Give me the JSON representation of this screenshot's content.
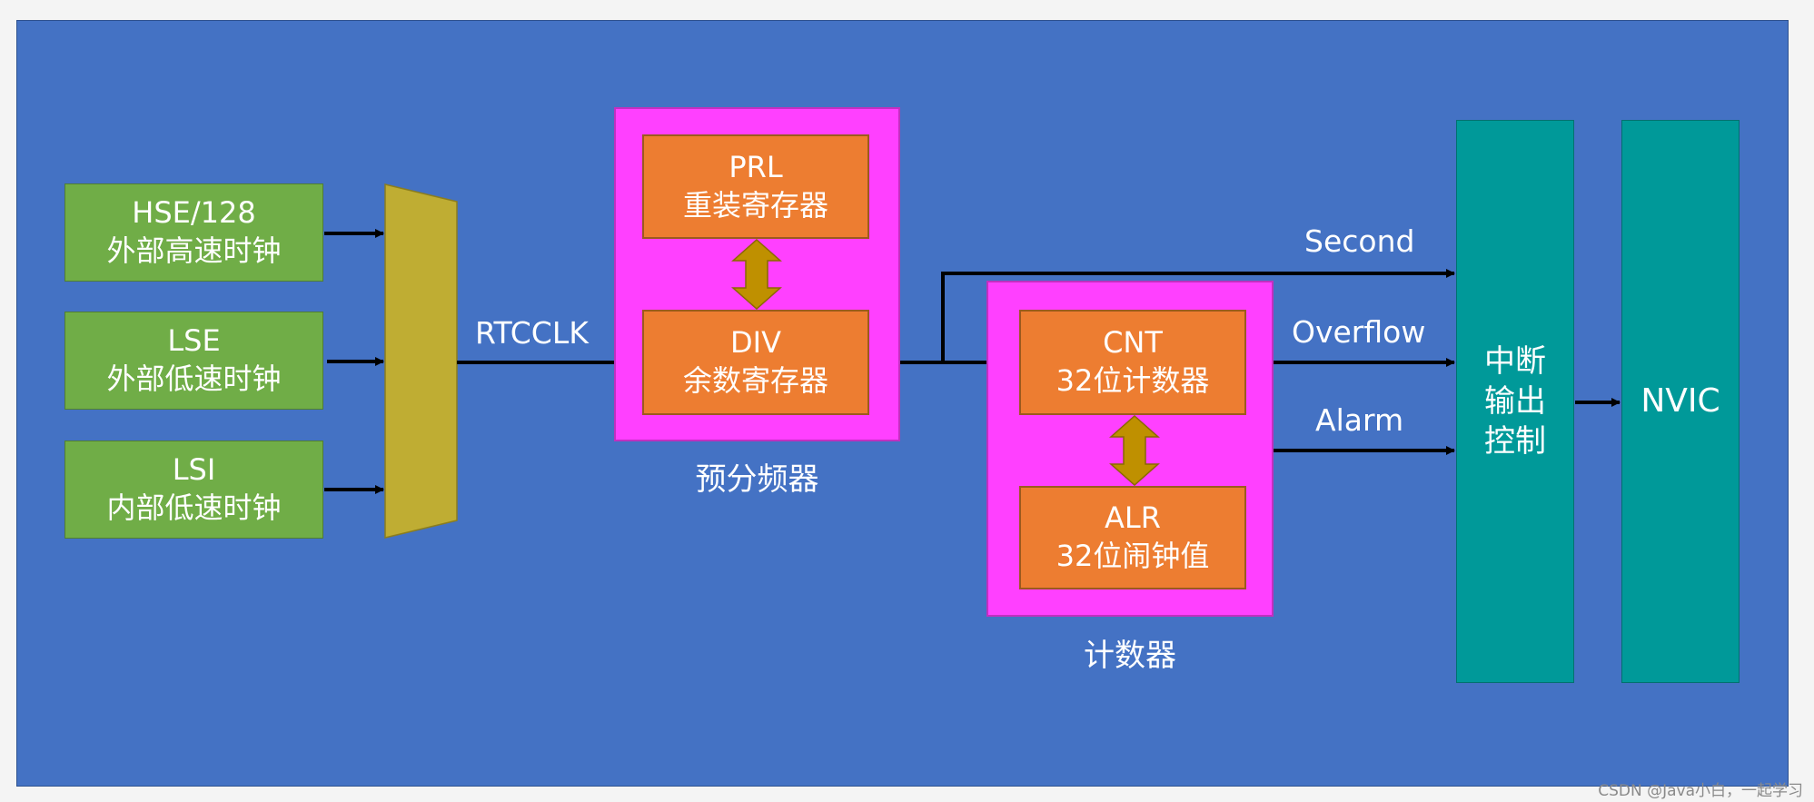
{
  "sources": [
    {
      "id": "hse",
      "line1": "HSE/128",
      "line2": "外部高速时钟"
    },
    {
      "id": "lse",
      "line1": "LSE",
      "line2": "外部低速时钟"
    },
    {
      "id": "lsi",
      "line1": "LSI",
      "line2": "内部低速时钟"
    }
  ],
  "rtcclk_label": "RTCCLK",
  "prescaler": {
    "caption": "预分频器",
    "prl": {
      "line1": "PRL",
      "line2": "重装寄存器"
    },
    "div": {
      "line1": "DIV",
      "line2": "余数寄存器"
    }
  },
  "counter": {
    "caption": "计数器",
    "cnt": {
      "line1": "CNT",
      "line2": "32位计数器"
    },
    "alr": {
      "line1": "ALR",
      "line2": "32位闹钟值"
    }
  },
  "signals": {
    "second": "Second",
    "overflow": "Overflow",
    "alarm": "Alarm"
  },
  "interrupt_ctrl": {
    "line1": "中断",
    "line2": "输出",
    "line3": "控制"
  },
  "nvic": "NVIC",
  "watermark": "CSDN @Java小白，一起学习",
  "colors": {
    "background": "#4472c4",
    "source_box": "#70ad47",
    "register_box": "#ed7d31",
    "group_box": "#ff40ff",
    "mux": "#bfad33",
    "double_arrow": "#bf9000",
    "output_box": "#009999"
  }
}
